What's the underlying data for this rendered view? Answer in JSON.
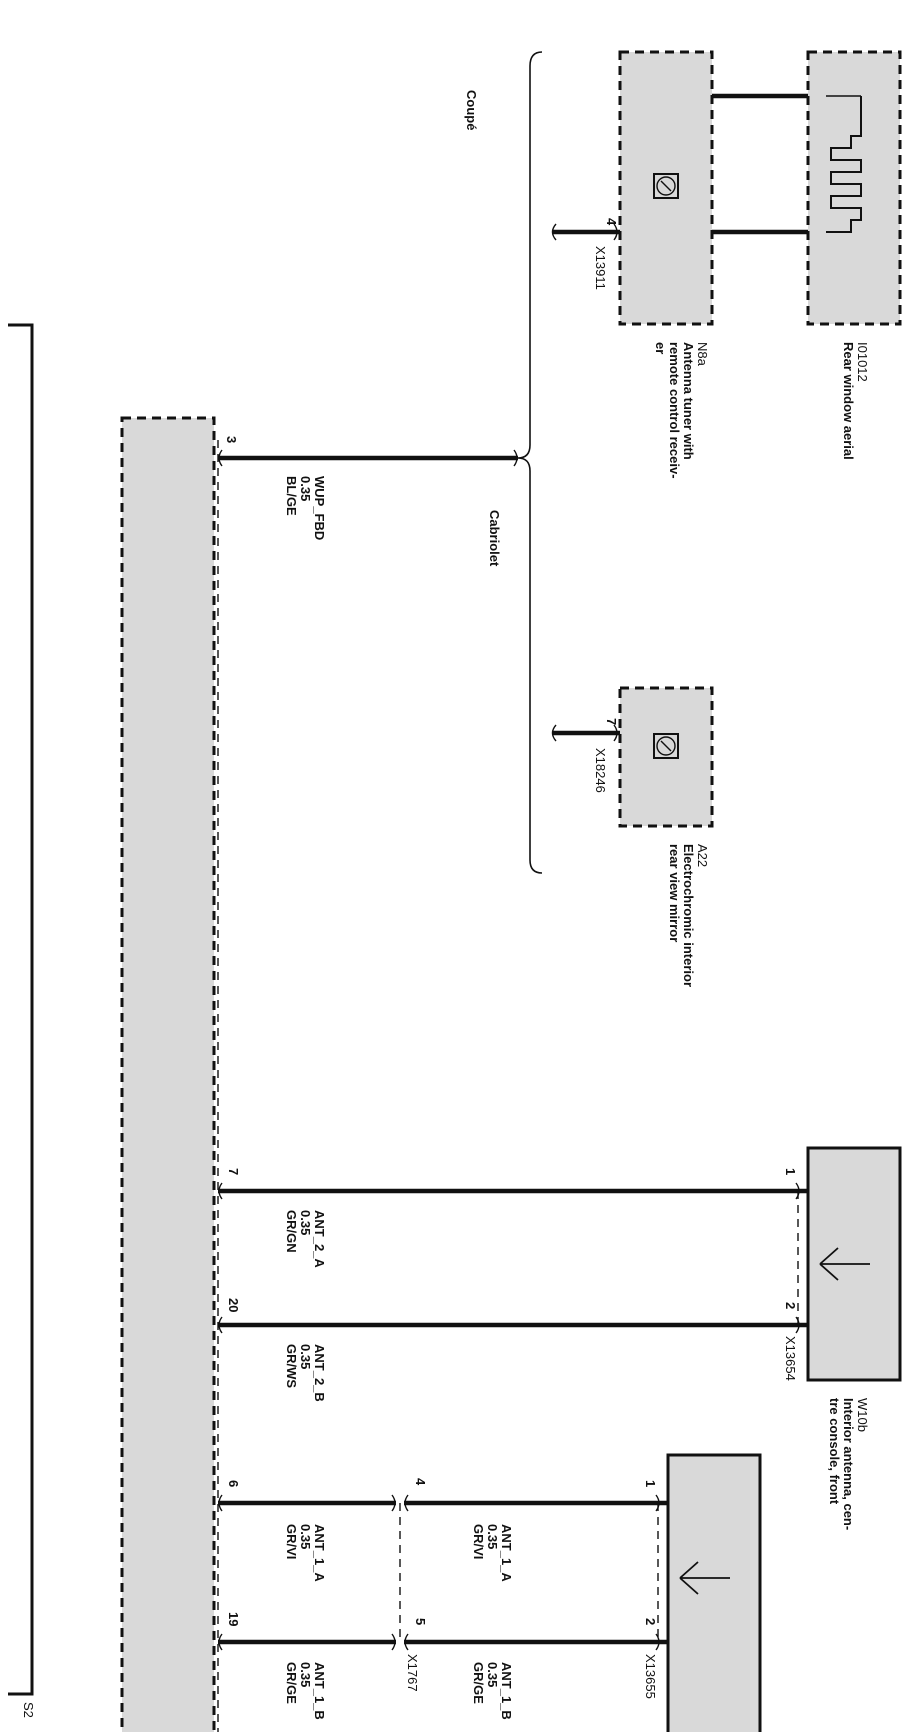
{
  "variants": {
    "coupe": "Coupé",
    "cabriolet": "Cabriolet"
  },
  "components": {
    "rear_aerial": {
      "id": "I01012",
      "desc": "Rear window aerial"
    },
    "tuner": {
      "id": "N8a",
      "desc_line1": "Antenna tuner with",
      "desc_line2": "remote control receiv-",
      "desc_line3": "er",
      "connector": "X13911",
      "pin": "4"
    },
    "mirror": {
      "id": "A22",
      "desc_line1": "Electrochromic interior",
      "desc_line2": "rear view mirror",
      "connector": "X18246",
      "pin": "7"
    },
    "antenna_front": {
      "id": "W10b",
      "desc_line1": "Interior antenna, cen-",
      "desc_line2": "tre console, front",
      "connector": "X13654",
      "pin_a": "1",
      "pin_b": "2"
    },
    "antenna_rear": {
      "connector": "X13655",
      "pin_a": "1",
      "pin_b": "2"
    },
    "inline_connector": {
      "id": "X1767",
      "pin_a": "4",
      "pin_b": "5"
    },
    "receiver": {
      "id": "S2"
    }
  },
  "wires": {
    "wup": {
      "pin": "3",
      "name": "WUP_FBD",
      "size": "0.35",
      "color": "BL/GE"
    },
    "ant2a": {
      "pin": "7",
      "name": "ANT_2_A",
      "size": "0.35",
      "color": "GR/GN"
    },
    "ant2b": {
      "pin": "20",
      "name": "ANT_2_B",
      "size": "0.35",
      "color": "GR/WS"
    },
    "ant1a_in": {
      "name": "ANT_1_A",
      "size": "0.35",
      "color": "GR/VI"
    },
    "ant1b_in": {
      "name": "ANT_1_B",
      "size": "0.35",
      "color": "GR/GE"
    },
    "ant1a": {
      "pin": "6",
      "name": "ANT_1_A",
      "size": "0.35",
      "color": "GR/VI"
    },
    "ant1b": {
      "pin": "19",
      "name": "ANT_1_B",
      "size": "0.35",
      "color": "GR/GE"
    }
  }
}
